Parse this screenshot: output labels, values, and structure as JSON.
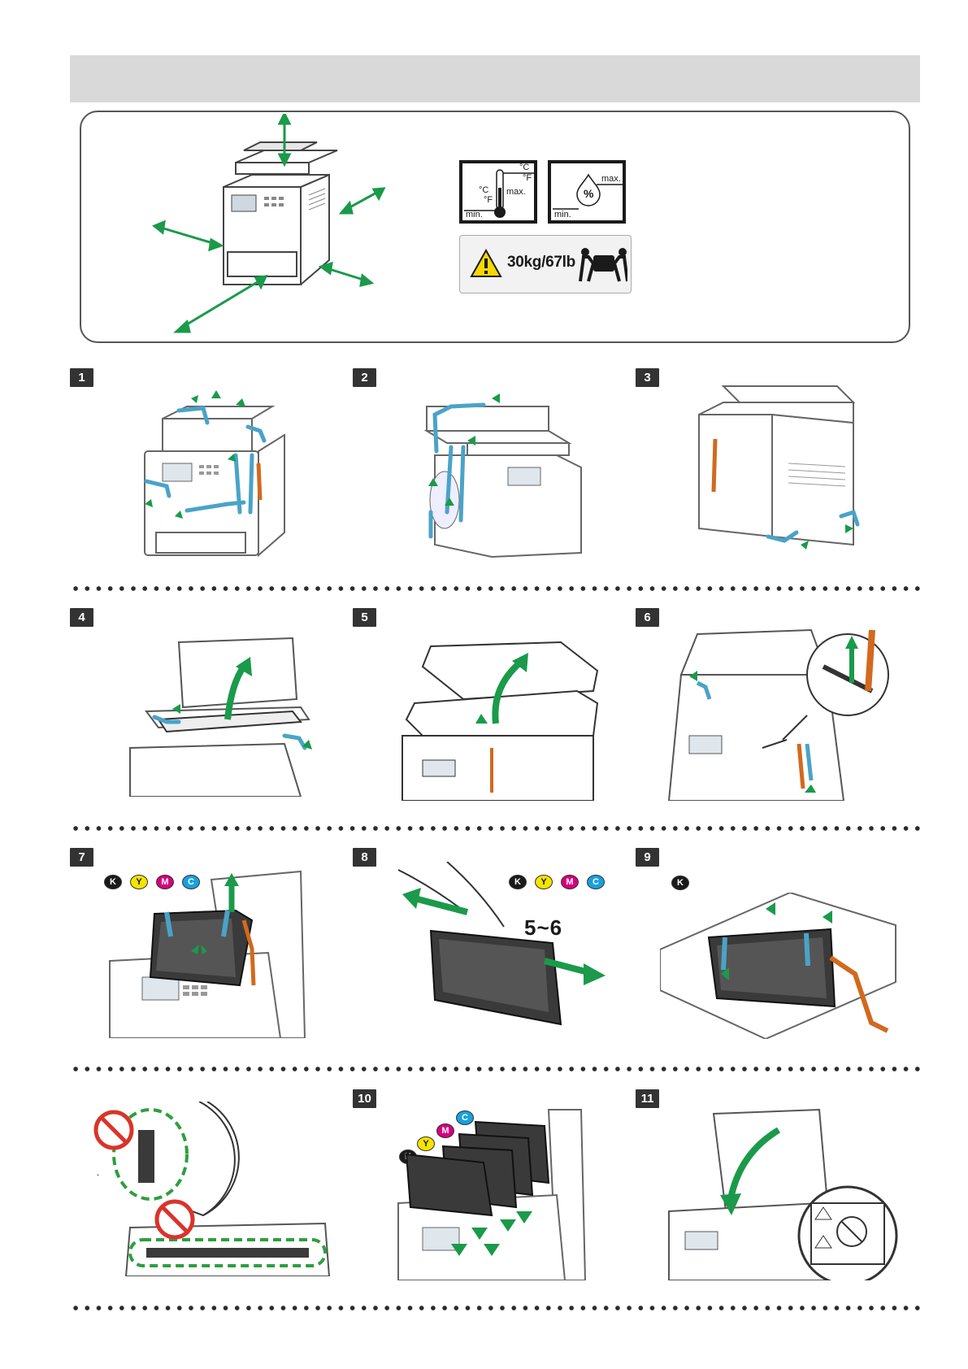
{
  "environment": {
    "temperature_units": [
      "°C",
      "°F"
    ],
    "temp_max": "max.",
    "temp_min": "min.",
    "humidity_symbol": "%",
    "humidity_max": "max.",
    "humidity_min": "min.",
    "weight_label": "30kg/67lb"
  },
  "steps": [
    {
      "num": "1"
    },
    {
      "num": "2"
    },
    {
      "num": "3"
    },
    {
      "num": "4"
    },
    {
      "num": "5"
    },
    {
      "num": "6"
    },
    {
      "num": "7"
    },
    {
      "num": "8"
    },
    {
      "num": "9"
    },
    {
      "num": "10"
    },
    {
      "num": "11"
    }
  ],
  "toner_labels": {
    "k": "K",
    "y": "Y",
    "m": "M",
    "c": "C"
  },
  "shake_count": "5~6",
  "colors": {
    "arrow_green": "#1a9a4a",
    "tape_blue": "#4aa3c8",
    "tape_orange": "#d2691e",
    "prohibit_red": "#d9342b",
    "dash_green": "#2e9e3e",
    "warning_yellow": "#f5d800"
  }
}
